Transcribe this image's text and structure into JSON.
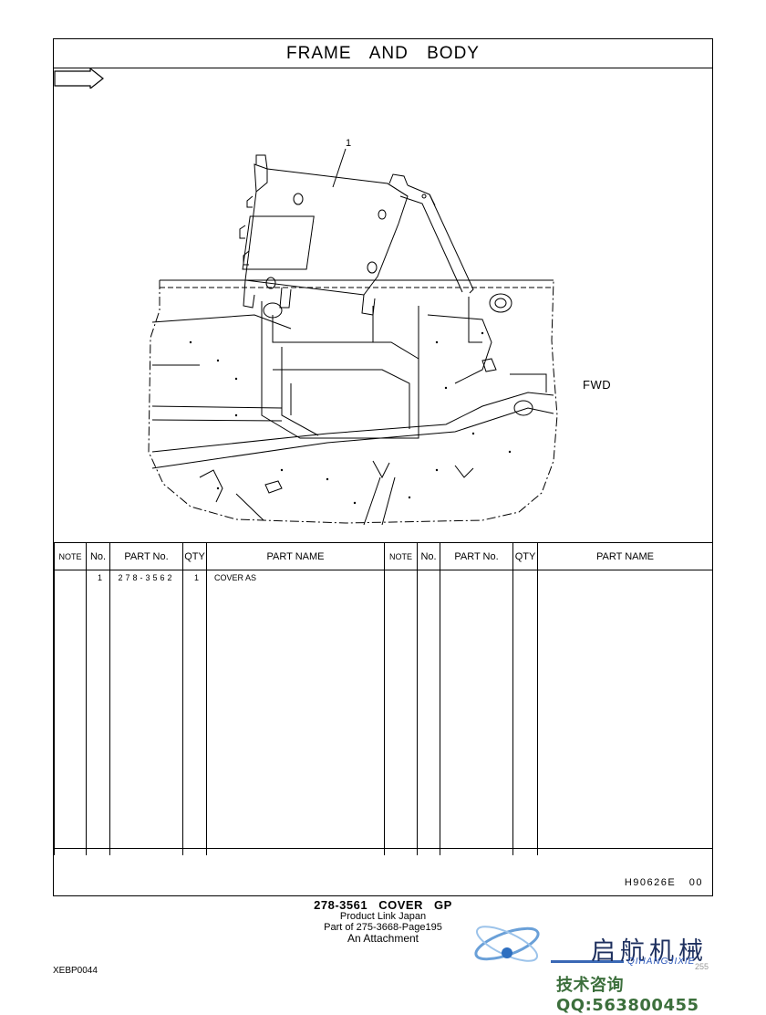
{
  "header": {
    "title": "FRAME AND BODY"
  },
  "drawing": {
    "callout_number": "1",
    "direction_label": "FWD",
    "drawing_code": "H90626E",
    "revision": "00"
  },
  "table": {
    "headers_left": [
      "NOTE",
      "No.",
      "PART No.",
      "QTY",
      "PART NAME"
    ],
    "headers_right": [
      "NOTE",
      "No.",
      "PART No.",
      "QTY",
      "PART NAME"
    ],
    "rows": [
      {
        "note": "",
        "no": "1",
        "part_no": "278-3562",
        "qty": "1",
        "part_name": "COVER AS"
      }
    ]
  },
  "caption": {
    "group": "278-3561  COVER  GP",
    "line2": "Product Link Japan",
    "line3": "Part of 275-3668-Page195",
    "line4": "An Attachment"
  },
  "footer": {
    "doc_code": "XEBP0044"
  },
  "watermark": {
    "chinese_name": "启航机械",
    "pinyin": "QIHANGJIXIE",
    "contact": "技术咨询QQ:563800455",
    "page_number": "255"
  },
  "colors": {
    "line": "#000000",
    "watermark_blue": "#1d2f5e",
    "watermark_green": "#3c6f3c"
  }
}
